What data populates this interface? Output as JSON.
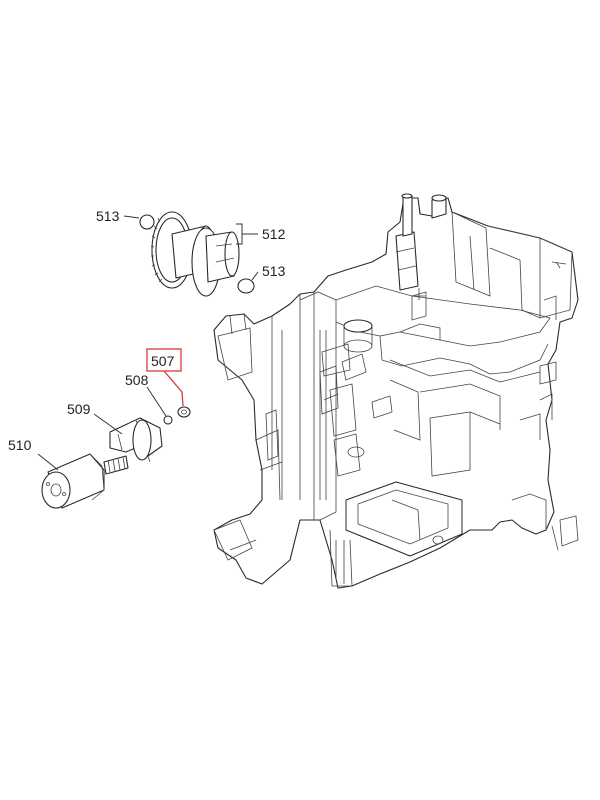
{
  "diagram": {
    "labels": {
      "p507": "507",
      "p508": "508",
      "p509": "509",
      "p510": "510",
      "p512": "512",
      "p513a": "513",
      "p513b": "513"
    },
    "highlight_color": "#d83a3a",
    "line_color": "#222222"
  }
}
